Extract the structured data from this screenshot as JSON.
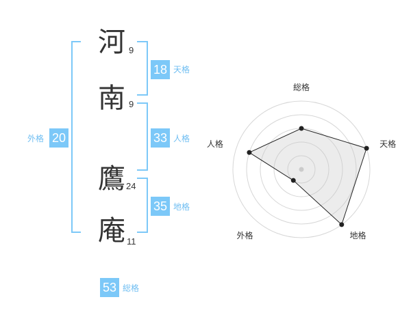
{
  "name_chars": [
    {
      "char": "河",
      "strokes": "9"
    },
    {
      "char": "南",
      "strokes": "9"
    },
    {
      "char": "鷹",
      "strokes": "24"
    },
    {
      "char": "庵",
      "strokes": "11"
    }
  ],
  "fortunes": {
    "tenkaku": {
      "value": "18",
      "label": "天格"
    },
    "jinkaku": {
      "value": "33",
      "label": "人格"
    },
    "chikaku": {
      "value": "35",
      "label": "地格"
    },
    "gaikaku": {
      "value": "20",
      "label": "外格"
    },
    "soukaku": {
      "value": "53",
      "label": "総格"
    }
  },
  "colors": {
    "accent": "#7cc8f8",
    "label": "#6fbef2",
    "text": "#333333"
  },
  "chart_data": {
    "type": "radar",
    "axes": [
      "総格",
      "天格",
      "地格",
      "外格",
      "人格"
    ],
    "values": [
      3,
      5,
      5,
      1,
      4
    ],
    "max": 5,
    "rings": 5,
    "grid": true
  }
}
